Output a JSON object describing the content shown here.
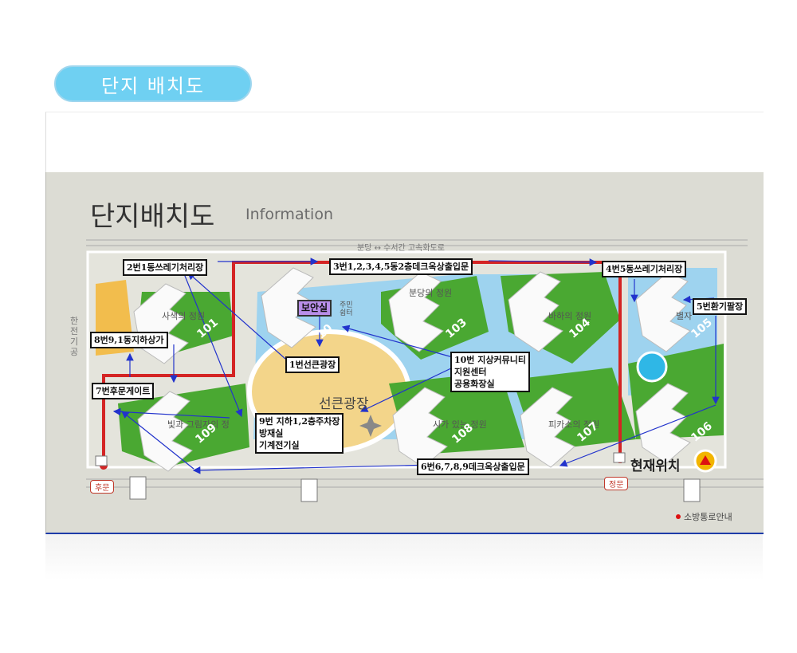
{
  "header": {
    "title": "단지 배치도"
  },
  "map": {
    "title": "단지배치도",
    "subtitle": "Information",
    "road_label": "분당 ↔ 수서간 고속화도로",
    "side_label": "한전기공",
    "plaza": "선큰광장",
    "back_gate": "후문",
    "main_gate": "정문",
    "current_location": "현재위치",
    "legend": "소방통로안내",
    "buildings": [
      "101",
      "103",
      "104",
      "105",
      "106",
      "107",
      "108",
      "109"
    ],
    "building_10x": "10",
    "gardens": {
      "g101": "사색의 정원",
      "g103": "분당의 정원",
      "g104": "바하의 정원",
      "g105": "별자",
      "g109": "빛과 그림자의 정",
      "g108": "시가 있는 정원",
      "g107": "피카소의 정원",
      "g_center": "주민\n쉼터"
    }
  },
  "annotations": {
    "a1": "2번1동쓰레기처리장",
    "a2": "3번1,2,3,4,5동2층데크옥상출입문",
    "a3": "4번5동쓰레기처리장",
    "a4": "5번환기팔장",
    "a5": "보안실",
    "a6": "8번9,1동지하상가",
    "a7": "1번선큰광장",
    "a8": "10번 지상커뮤니티\n     지원센터\n     공용화장실",
    "a9": "7번후문게이트",
    "a10": "9번 지하1,2층주차장\n방재실\n기계전기실",
    "a11": "6번6,7,8,9데크옥상출입문"
  },
  "colors": {
    "pill": "#6fd0f2",
    "grass": "#4aa832",
    "water": "#9ed3ef",
    "route": "#d42424",
    "arrow": "#2233cc"
  }
}
